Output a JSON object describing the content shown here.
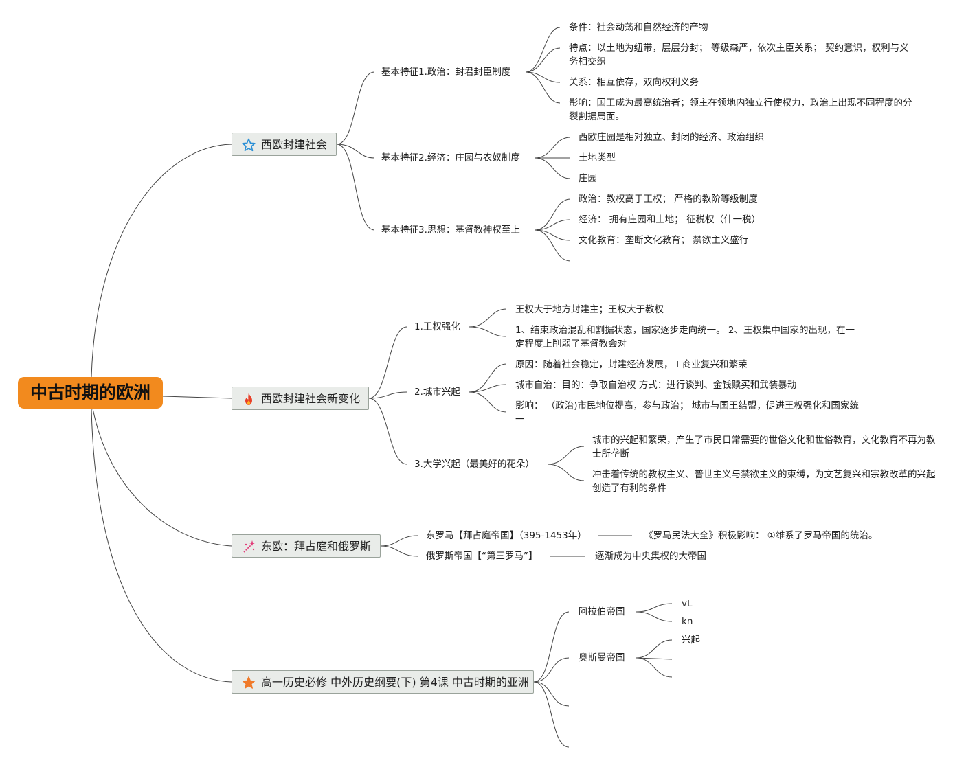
{
  "root": {
    "label": "中古时期的欧洲",
    "color": "#f28a1e"
  },
  "branches": [
    {
      "label": "西欧封建社会",
      "icon": "star-outline-icon",
      "children": [
        {
          "label": "基本特征1.政治：封君封臣制度",
          "items": [
            "条件：社会动荡和自然经济的产物",
            "特点：以土地为纽带，层层分封； 等级森严，依次主臣关系； 契约意识，权利与义务相交织",
            "关系：相互依存，双向权利义务",
            "影响：国王成为最高统治者；领主在领地内独立行使权力，政治上出现不同程度的分裂割据局面。"
          ]
        },
        {
          "label": "基本特征2.经济：庄园与农奴制度",
          "items": [
            "西欧庄园是相对独立、封闭的经济、政治组织",
            "土地类型",
            "庄园"
          ]
        },
        {
          "label": "基本特征3.思想：基督教神权至上",
          "items": [
            "政治：教权高于王权； 严格的教阶等级制度",
            "经济： 拥有庄园和土地； 征税权（什一税）",
            "文化教育：垄断文化教育； 禁欲主义盛行",
            ""
          ]
        }
      ]
    },
    {
      "label": "西欧封建社会新变化",
      "icon": "fire-icon",
      "children": [
        {
          "label": "1.王权强化",
          "items": [
            "王权大于地方封建主；王权大于教权",
            "1、结束政治混乱和割据状态，国家逐步走向统一。 2、王权集中国家的出现，在一定程度上削弱了基督教会对"
          ]
        },
        {
          "label": "2.城市兴起",
          "items": [
            "原因：随着社会稳定，封建经济发展，工商业复兴和繁荣",
            "城市自治：目的：争取自治权 方式：进行谈判、金钱赎买和武装暴动",
            "影响： （政治)市民地位提高，参与政治； 城市与国王结盟，促进王权强化和国家统一"
          ]
        },
        {
          "label": "3.大学兴起（最美好的花朵）",
          "items": [
            "城市的兴起和繁荣，产生了市民日常需要的世俗文化和世俗教育，文化教育不再为教士所垄断",
            "冲击着传统的教权主义、普世主义与禁欲主义的束缚，为文艺复兴和宗教改革的兴起创造了有利的条件"
          ]
        }
      ]
    },
    {
      "label": "东欧：拜占庭和俄罗斯",
      "icon": "sparkle-icon",
      "children": [
        {
          "label": "东罗马【拜占庭帝国】（395-1453年）",
          "items": [
            "《罗马民法大全》积极影响： ①维系了罗马帝国的统治。"
          ]
        },
        {
          "label": "俄罗斯帝国【“第三罗马”】",
          "items": [
            "逐渐成为中央集权的大帝国"
          ]
        }
      ]
    },
    {
      "label": "高一历史必修 中外历史纲要(下) 第4课 中古时期的亚洲",
      "icon": "star-filled-icon",
      "children": [
        {
          "label": "阿拉伯帝国",
          "items": [
            "vL",
            "kn"
          ]
        },
        {
          "label": "奥斯曼帝国",
          "items": [
            "兴起",
            "",
            ""
          ]
        },
        {
          "label": "",
          "items": []
        },
        {
          "label": "",
          "items": []
        }
      ]
    }
  ]
}
